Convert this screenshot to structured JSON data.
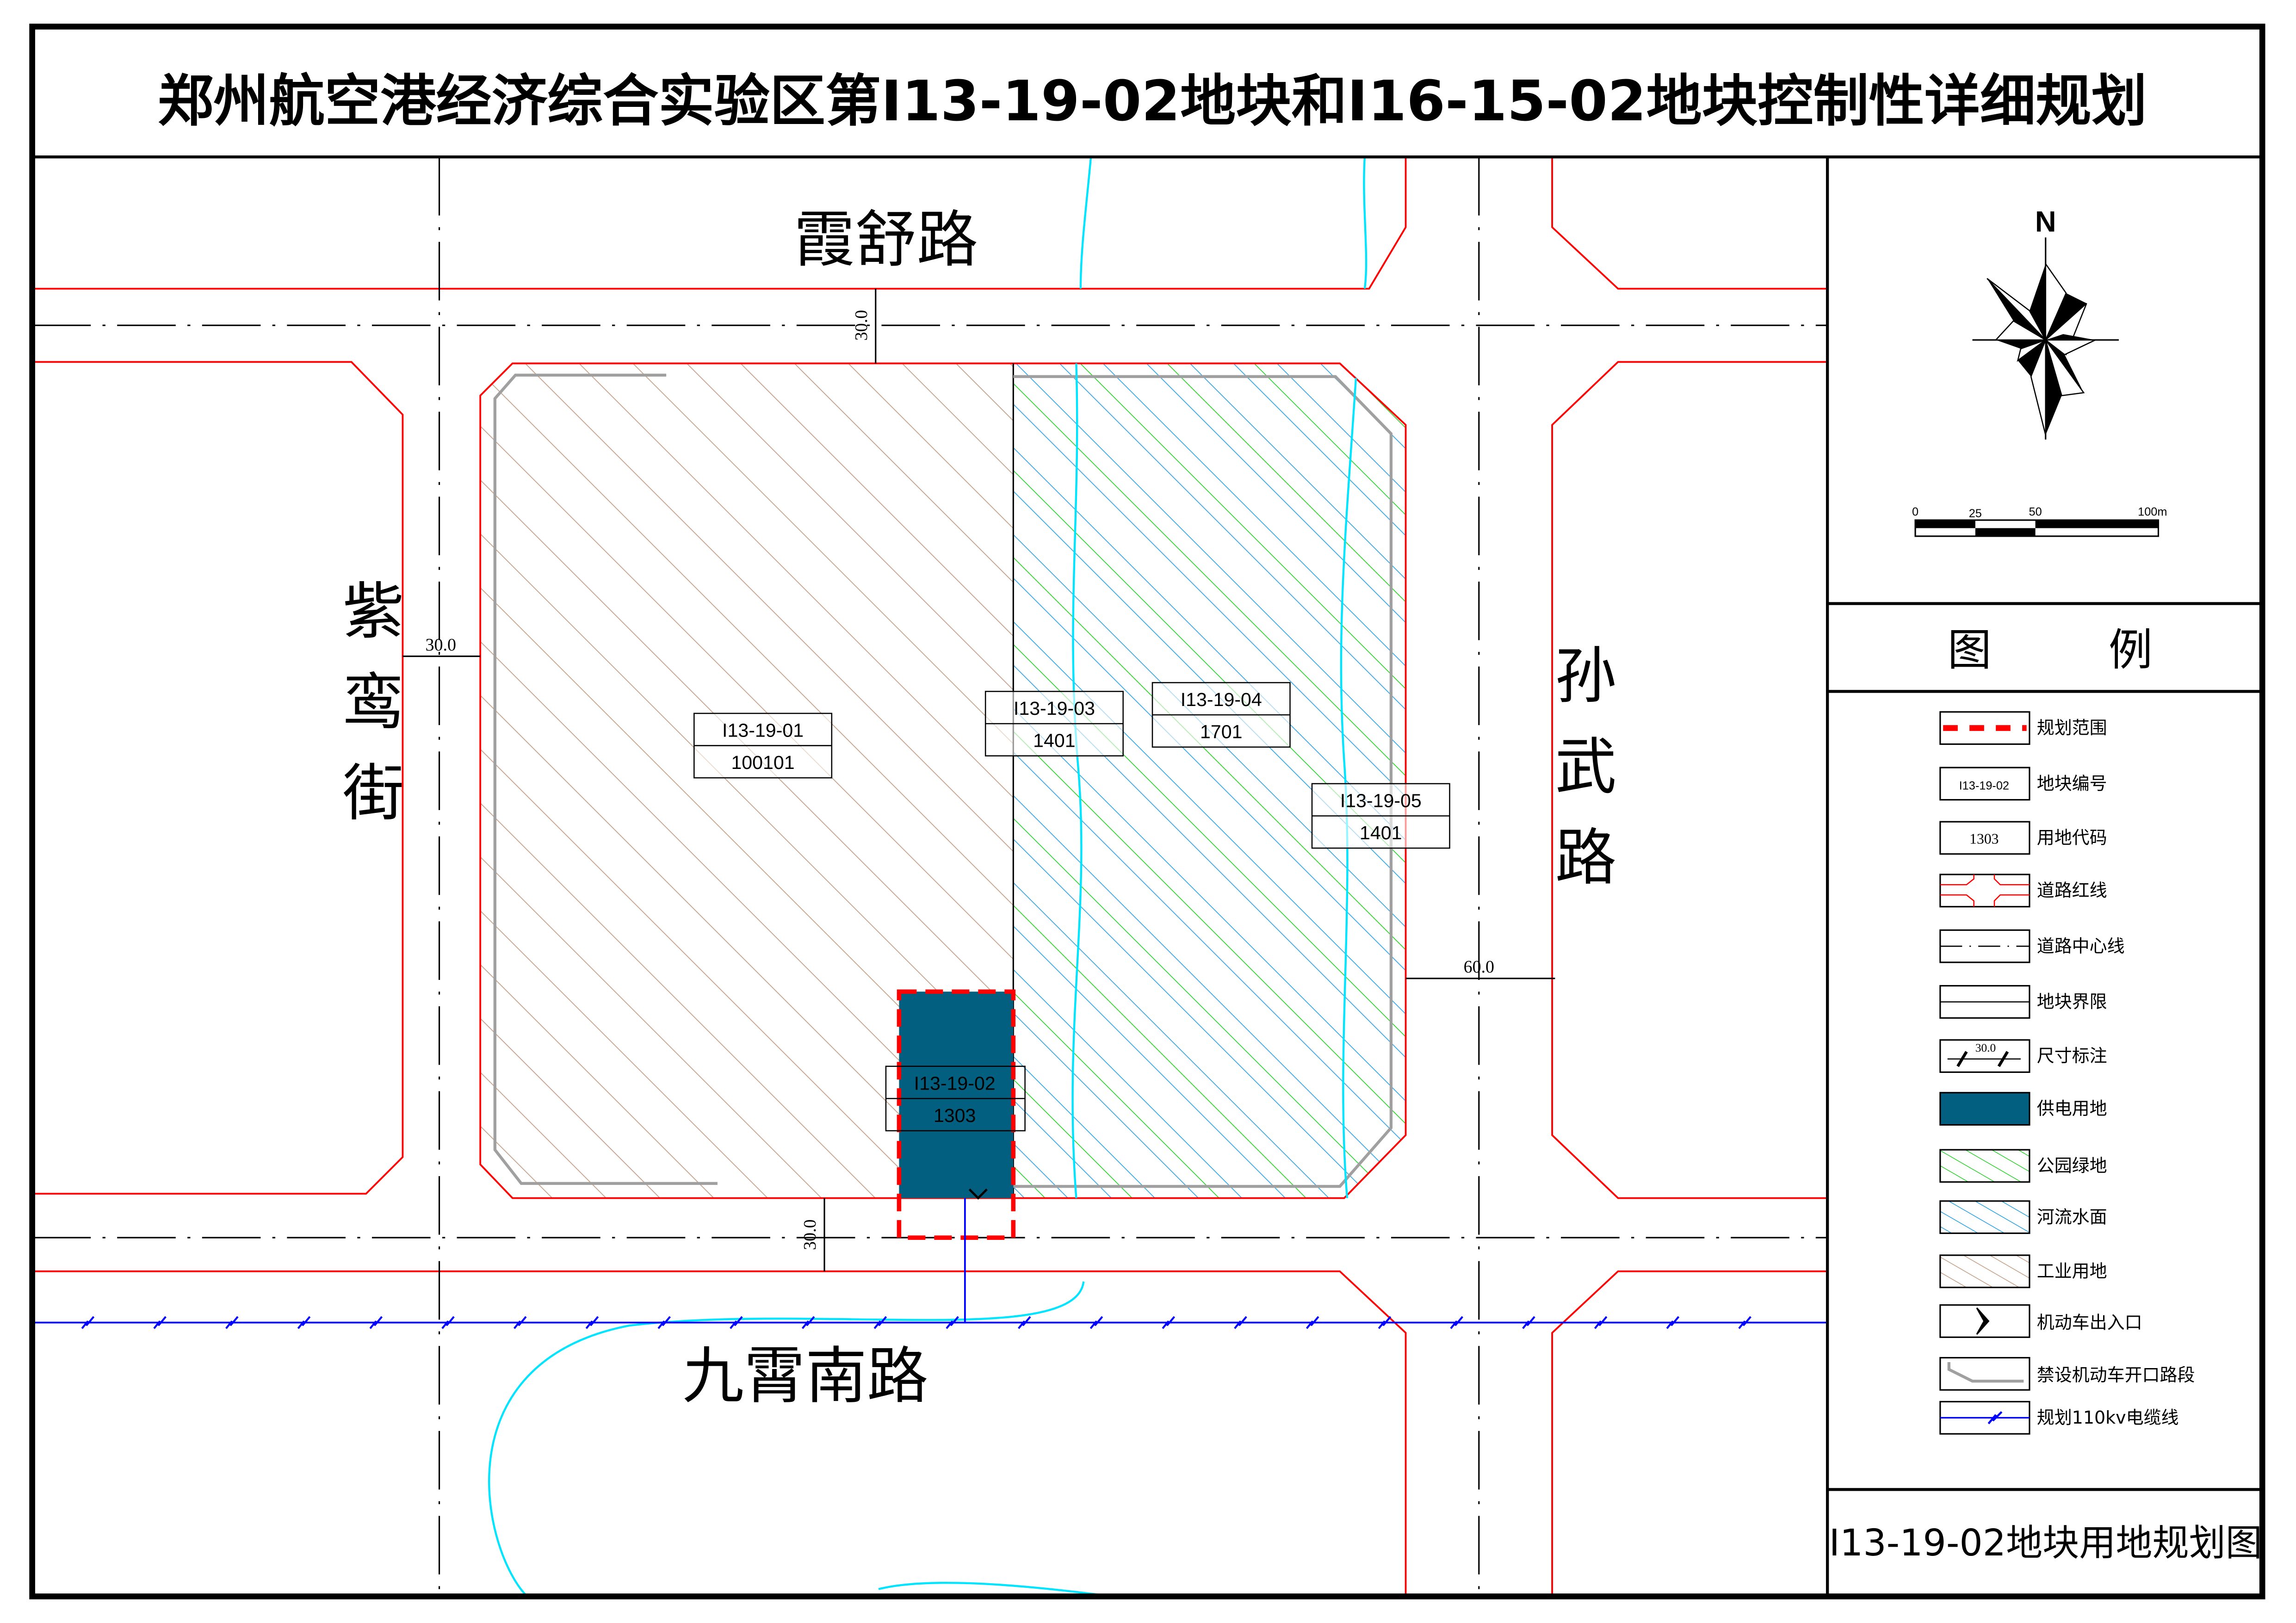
{
  "title": "郑州航空港经济综合实验区第I13-19-02地块和I16-15-02地块控制性详细规划",
  "roads": {
    "north": "霞舒路",
    "west": [
      "紫",
      "鸾",
      "街"
    ],
    "east": [
      "孙",
      "武",
      "路"
    ],
    "south": "九霄南路"
  },
  "dimensions": {
    "north_road_width": "30.0",
    "west_road_width": "30.0",
    "east_road_width": "60.0",
    "south_road_width": "30.0"
  },
  "parcels": [
    {
      "id": "I13-19-01",
      "code": "100101"
    },
    {
      "id": "I13-19-03",
      "code": "1401"
    },
    {
      "id": "I13-19-04",
      "code": "1701"
    },
    {
      "id": "I13-19-05",
      "code": "1401"
    },
    {
      "id": "I13-19-02",
      "code": "1303"
    }
  ],
  "compass": {
    "north_label": "N"
  },
  "scale_bar": {
    "labels": [
      "0",
      "25",
      "50",
      "100m"
    ]
  },
  "legend": {
    "title_left": "图",
    "title_right": "例",
    "items": [
      {
        "label": "规划范围"
      },
      {
        "label": "地块编号",
        "sample": "I13-19-02"
      },
      {
        "label": "用地代码",
        "sample": "1303"
      },
      {
        "label": "道路红线"
      },
      {
        "label": "道路中心线"
      },
      {
        "label": "地块界限"
      },
      {
        "label": "尺寸标注",
        "sample": "30.0"
      },
      {
        "label": "供电用地"
      },
      {
        "label": "公园绿地"
      },
      {
        "label": "河流水面"
      },
      {
        "label": "工业用地"
      },
      {
        "label": "机动车出入口"
      },
      {
        "label": "禁设机动车开口路段"
      },
      {
        "label": "规划110kv电缆线"
      }
    ]
  },
  "colors": {
    "power_land": "#035f7f",
    "red_line": "#ff0000",
    "green_hatch": "#30d030",
    "water_hatch": "#2aa0e0",
    "industrial_hatch": "#c49e84",
    "cable": "#0000ff",
    "river": "#00e5ff"
  },
  "sheet_title": "I13-19-02地块用地规划图"
}
